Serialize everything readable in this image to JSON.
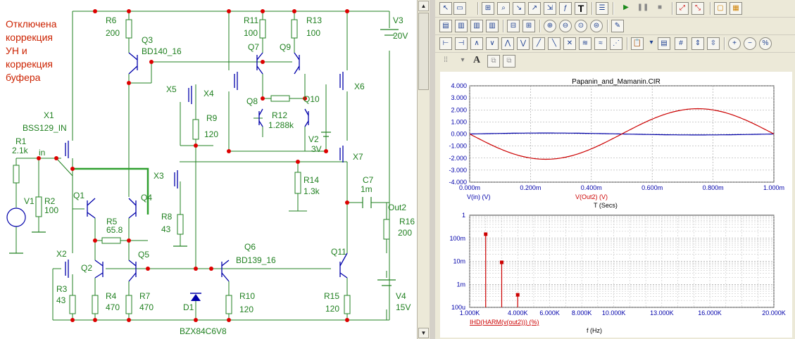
{
  "schematic": {
    "note_lines": [
      "Отключена",
      "коррекция",
      "УН и",
      "коррекция",
      "буфера"
    ],
    "note_color": "#cc2200",
    "labels": {
      "R6": "R6",
      "R6v": "200",
      "Q3": "Q3",
      "Q3t": "BD140_16",
      "R11": "R11",
      "R11v": "100",
      "R13": "R13",
      "R13v": "100",
      "Q7": "Q7",
      "Q9": "Q9",
      "V3": "V3",
      "V3v": "20V",
      "X5": "X5",
      "X4": "X4",
      "X6": "X6",
      "R9": "R9",
      "R9v": "120",
      "Q8": "Q8",
      "R12": "R12",
      "R12v": "1.288k",
      "Q10": "Q10",
      "V2": "V2",
      "V2v": "3V",
      "X7": "X7",
      "X1": "X1",
      "X1t": "BSS129_IN",
      "R1": "R1",
      "R1v": "2.1k",
      "in": "in",
      "X3": "X3",
      "R14": "R14",
      "R14v": "1.3k",
      "C7": "C7",
      "C7v": "1m",
      "V1": "V1",
      "R2": "R2",
      "R2v": "100",
      "Q1": "Q1",
      "Q4": "Q4",
      "R5": "R5",
      "R5v": "65.8",
      "R8": "R8",
      "R8v": "43",
      "Out2": "Out2",
      "R16": "R16",
      "R16v": "200",
      "X2": "X2",
      "Q2": "Q2",
      "Q5": "Q5",
      "Q6": "Q6",
      "Q6t": "BD139_16",
      "Q11": "Q11",
      "R3": "R3",
      "R3v": "43",
      "R4": "R4",
      "R4v": "470",
      "R7": "R7",
      "R7v": "470",
      "R10": "R10",
      "R10v": "120",
      "R15": "R15",
      "R15v": "120",
      "V4": "V4",
      "V4v": "15V",
      "D1": "D1",
      "D1t": "BZX84C6V8"
    }
  },
  "graph_title": "Papanin_and_Mamanin.CIR",
  "chart_data": [
    {
      "type": "line",
      "title": "Papanin_and_Mamanin.CIR",
      "xlabel": "T (Secs)",
      "ylabel": "",
      "x_ticks": [
        "0.000m",
        "0.200m",
        "0.400m",
        "0.600m",
        "0.800m",
        "1.000m"
      ],
      "y_ticks": [
        "4.000",
        "3.000",
        "2.000",
        "1.000",
        "0.000",
        "-1.000",
        "-2.000",
        "-3.000",
        "-4.000"
      ],
      "xlim": [
        0,
        1.0
      ],
      "ylim": [
        -4,
        4
      ],
      "x_unit": "ms",
      "series": [
        {
          "name": "V(in) (V)",
          "color": "#0000aa",
          "amplitude": 0.08,
          "phase_deg": 0
        },
        {
          "name": "V(Out2) (V)",
          "color": "#cc0000",
          "amplitude": -2.1,
          "phase_deg": 0
        }
      ]
    },
    {
      "type": "scatter",
      "xlabel": "f (Hz)",
      "ylabel": "IHD(HARM(v(out2))) (%)",
      "y_scale": "log",
      "x_ticks": [
        "1.000K",
        "4.000K",
        "6.000K",
        "8.000K",
        "10.000K",
        "13.000K",
        "16.000K",
        "20.000K"
      ],
      "y_ticks": [
        "1",
        "100m",
        "10m",
        "1m",
        "100u"
      ],
      "xlim": [
        1000,
        20000
      ],
      "ylim": [
        0.0001,
        1
      ],
      "series": [
        {
          "name": "IHD(HARM(v(out2))) (%)",
          "color": "#cc0000",
          "x": [
            2000,
            3000,
            4000
          ],
          "y": [
            0.15,
            0.009,
            0.00035
          ]
        }
      ]
    }
  ],
  "toolbar": {
    "row1": [
      "arrow-tool",
      "select",
      "scale",
      "zoom",
      "cursor",
      "go",
      "param",
      "text",
      "props",
      "run",
      "pause",
      "stop",
      "probe1",
      "probe2",
      "grid1",
      "grid2"
    ],
    "row3_label": "A"
  }
}
